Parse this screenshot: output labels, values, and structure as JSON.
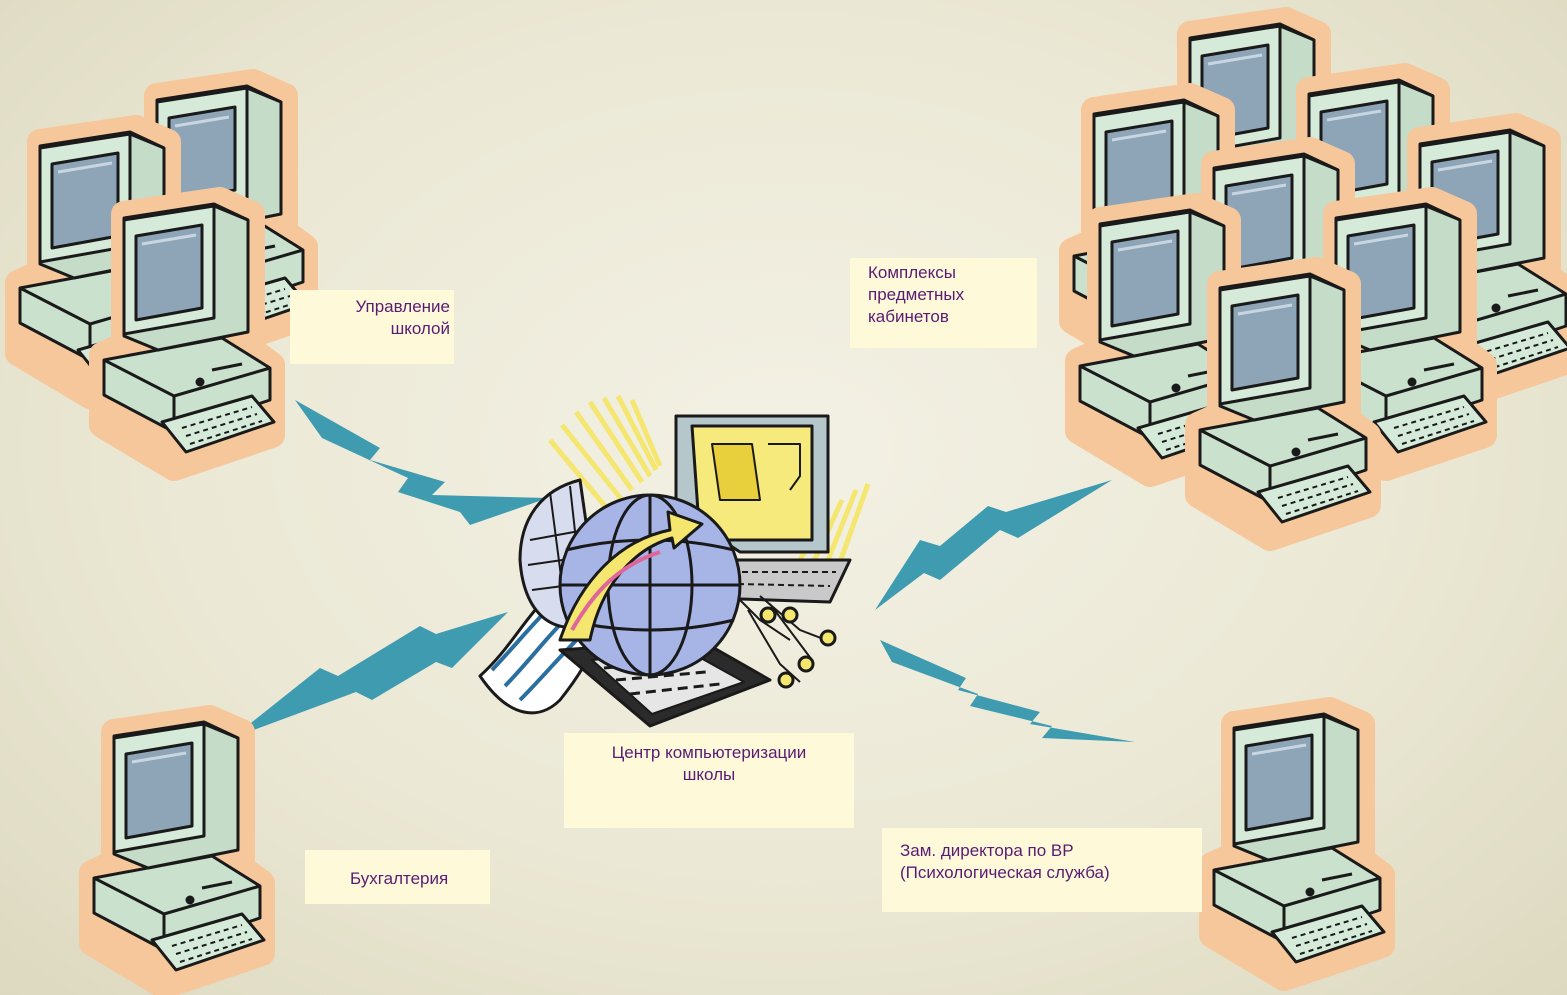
{
  "nodes": {
    "school_management": {
      "lines": [
        "Управление",
        "школой"
      ]
    },
    "subject_rooms": {
      "lines": [
        "Комплексы",
        "предметных",
        "кабинетов"
      ]
    },
    "accounting": {
      "lines": [
        "Бухгалтерия"
      ]
    },
    "center": {
      "lines": [
        "Центр компьютеризации",
        "школы"
      ]
    },
    "deputy_director": {
      "lines": [
        "Зам. директора по ВР",
        "(Психологическая служба)"
      ]
    }
  },
  "colors": {
    "label_text": "#5a1b73",
    "label_bg": "#fdf9d9",
    "link": "#3e9bb0",
    "computer_body": "#d5ead8",
    "computer_outline": "#1a1a1a",
    "screen": "#8ea5b8",
    "halo": "#f6c79a",
    "globe": "#a7b4e6",
    "arrow": "#f4e66e",
    "monitor_screen": "#f6ea7c"
  },
  "icons": [
    "desktop-computer-icon",
    "globe-network-icon",
    "lightning-link-icon"
  ]
}
